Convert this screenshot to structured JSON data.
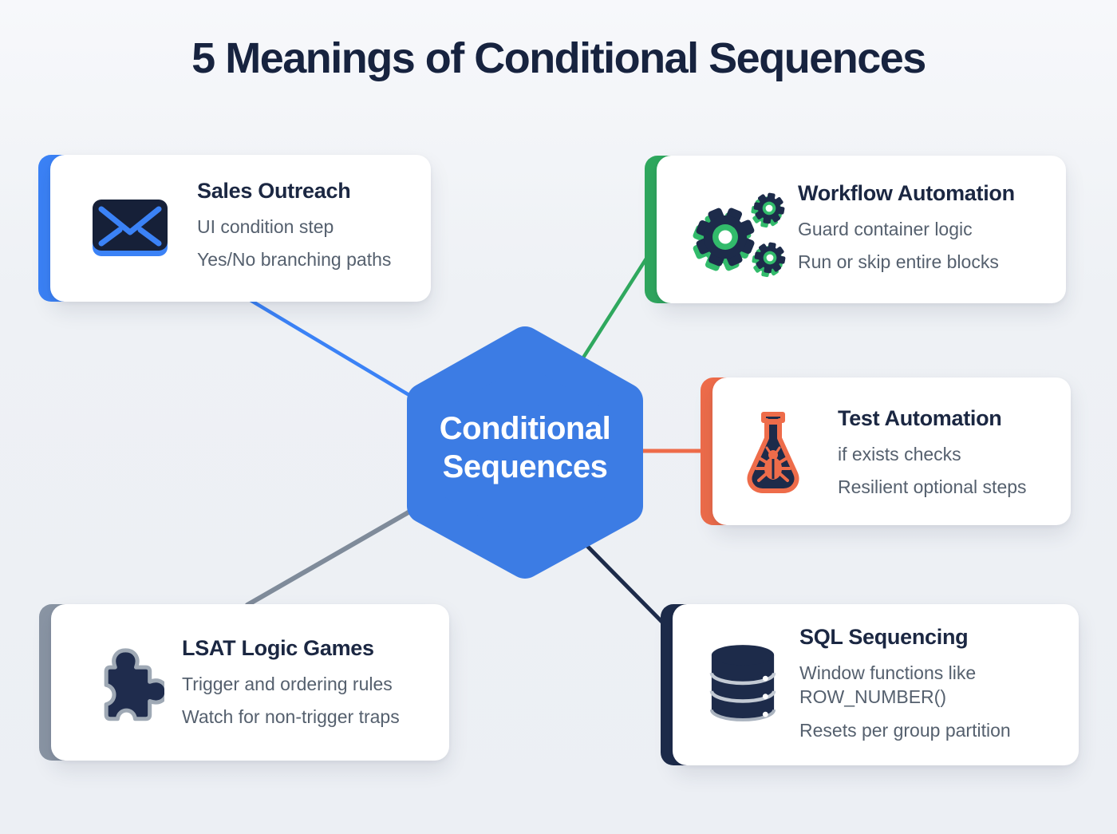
{
  "title": "5 Meanings of Conditional Sequences",
  "center": {
    "line1": "Conditional",
    "line2": "Sequences",
    "color": "#3c7ce4"
  },
  "cards": [
    {
      "title": "Sales Outreach",
      "lines": [
        "UI condition step",
        "Yes/No branching paths"
      ],
      "accent_color": "#3b82f6",
      "icon": "envelope-icon"
    },
    {
      "title": "Workflow Automation",
      "lines": [
        "Guard container logic",
        "Run or skip entire blocks"
      ],
      "accent_color": "#2fa85e",
      "icon": "gears-icon"
    },
    {
      "title": "Test Automation",
      "lines": [
        "if exists checks",
        "Resilient optional steps"
      ],
      "accent_color": "#ee6c4a",
      "icon": "flask-bug-icon"
    },
    {
      "title": "LSAT Logic Games",
      "lines": [
        "Trigger and ordering rules",
        "Watch for non-trigger traps"
      ],
      "accent_color": "#8a95a4",
      "icon": "puzzle-icon"
    },
    {
      "title": "SQL Sequencing",
      "lines": [
        "Window functions like ROW_NUMBER()",
        "Resets per group partition"
      ],
      "accent_color": "#1d2b4a",
      "icon": "database-icon"
    }
  ],
  "connectors": [
    {
      "to": "sales-outreach",
      "color": "#3b82f6"
    },
    {
      "to": "workflow-automation",
      "color": "#2fa85e"
    },
    {
      "to": "test-automation",
      "color": "#ee6c4a"
    },
    {
      "to": "lsat-logic-games",
      "color": "#7f8b9a"
    },
    {
      "to": "sql-sequencing",
      "color": "#1d2b4a"
    }
  ]
}
